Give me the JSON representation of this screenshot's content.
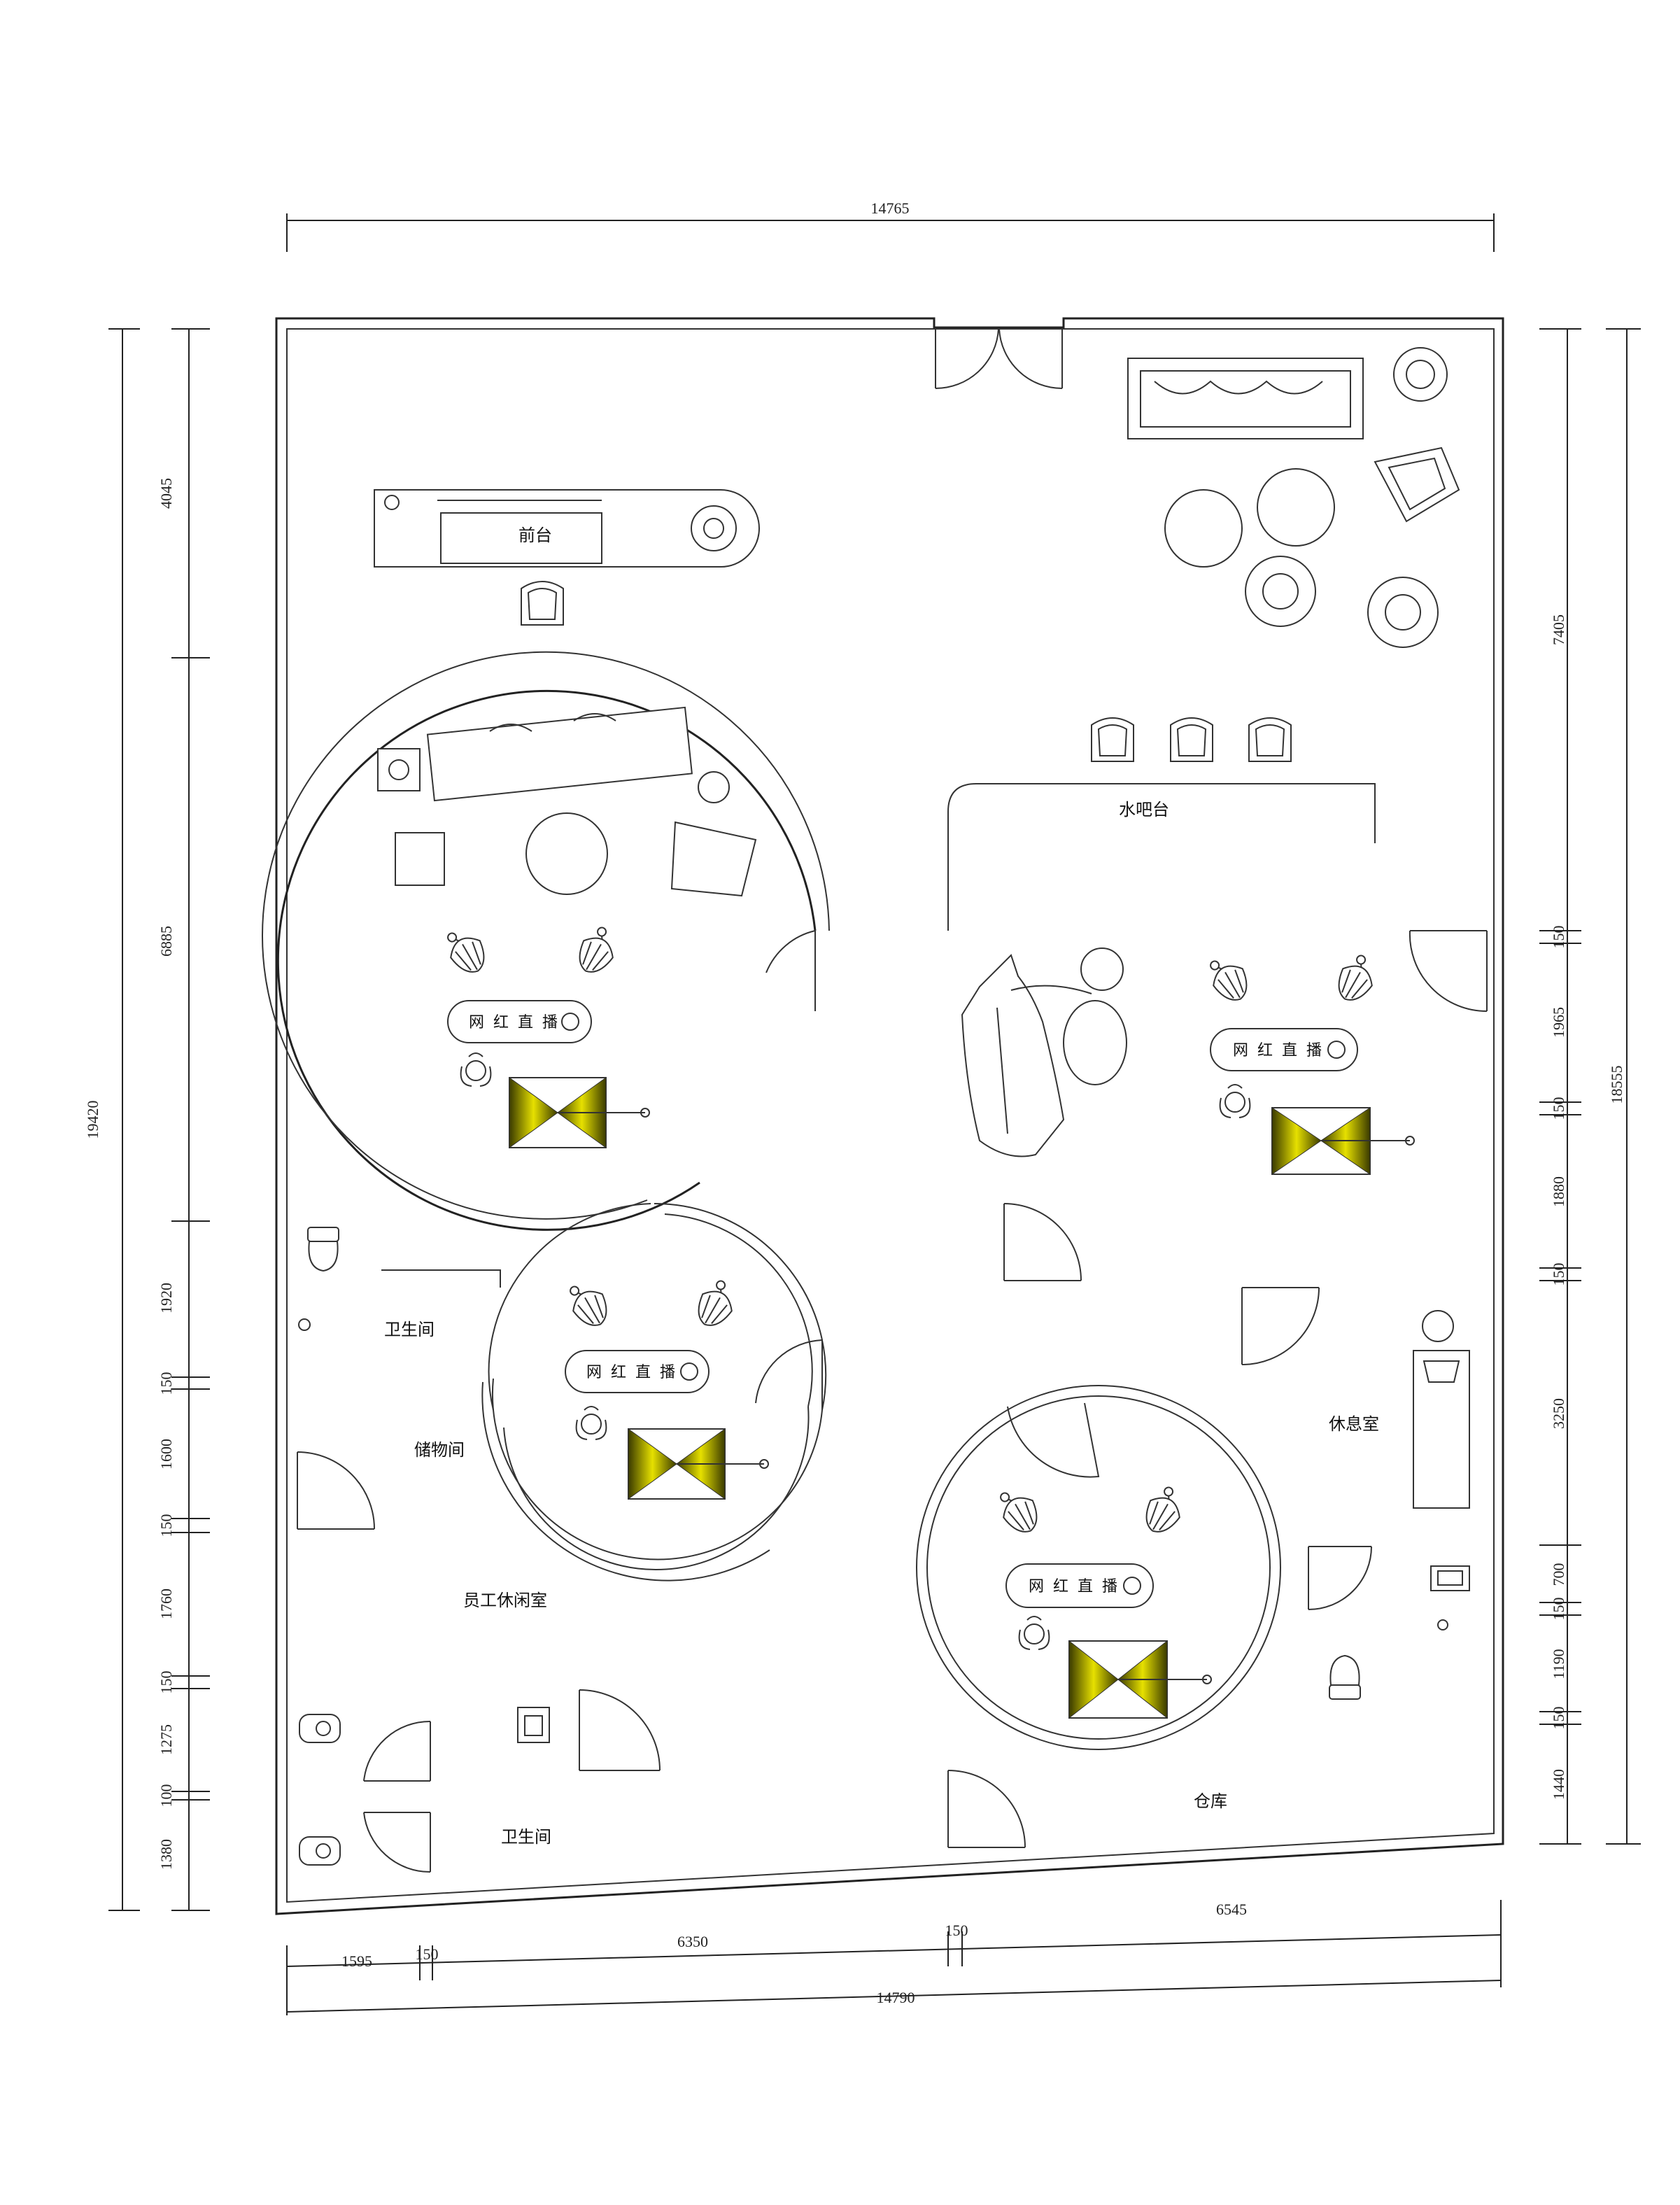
{
  "plan": {
    "colors": {
      "line": "#222222",
      "light_fill": "#c8c400",
      "light_dark": "#3a3a00"
    },
    "top_dimension": "14765",
    "bottom_dimensions": [
      "1595",
      "150",
      "6350",
      "150",
      "6545"
    ],
    "bottom_total": "14790",
    "left_total": "19420",
    "left_segments": [
      "4045",
      "6885",
      "1920",
      "150",
      "1600",
      "150",
      "1760",
      "150",
      "1275",
      "100",
      "1380"
    ],
    "right_total": "18555",
    "right_segments": [
      "7405",
      "150",
      "1965",
      "150",
      "1880",
      "150",
      "3250",
      "700",
      "150",
      "1190",
      "150",
      "1440"
    ],
    "rooms": {
      "reception": "前台",
      "water_bar": "水吧台",
      "restroom_upper": "卫生间",
      "storage": "储物间",
      "staff_lounge": "员工休闲室",
      "restroom_lower": "卫生间",
      "rest_room": "休息室",
      "warehouse": "仓库"
    },
    "live_desk_label": "网 红 直 播",
    "icons": [
      "door-swing-icon",
      "sofa-icon",
      "armchair-icon",
      "round-table-icon",
      "plant-icon",
      "studio-light-icon",
      "softbox-icon",
      "toilet-icon",
      "sink-icon",
      "bed-icon"
    ]
  }
}
